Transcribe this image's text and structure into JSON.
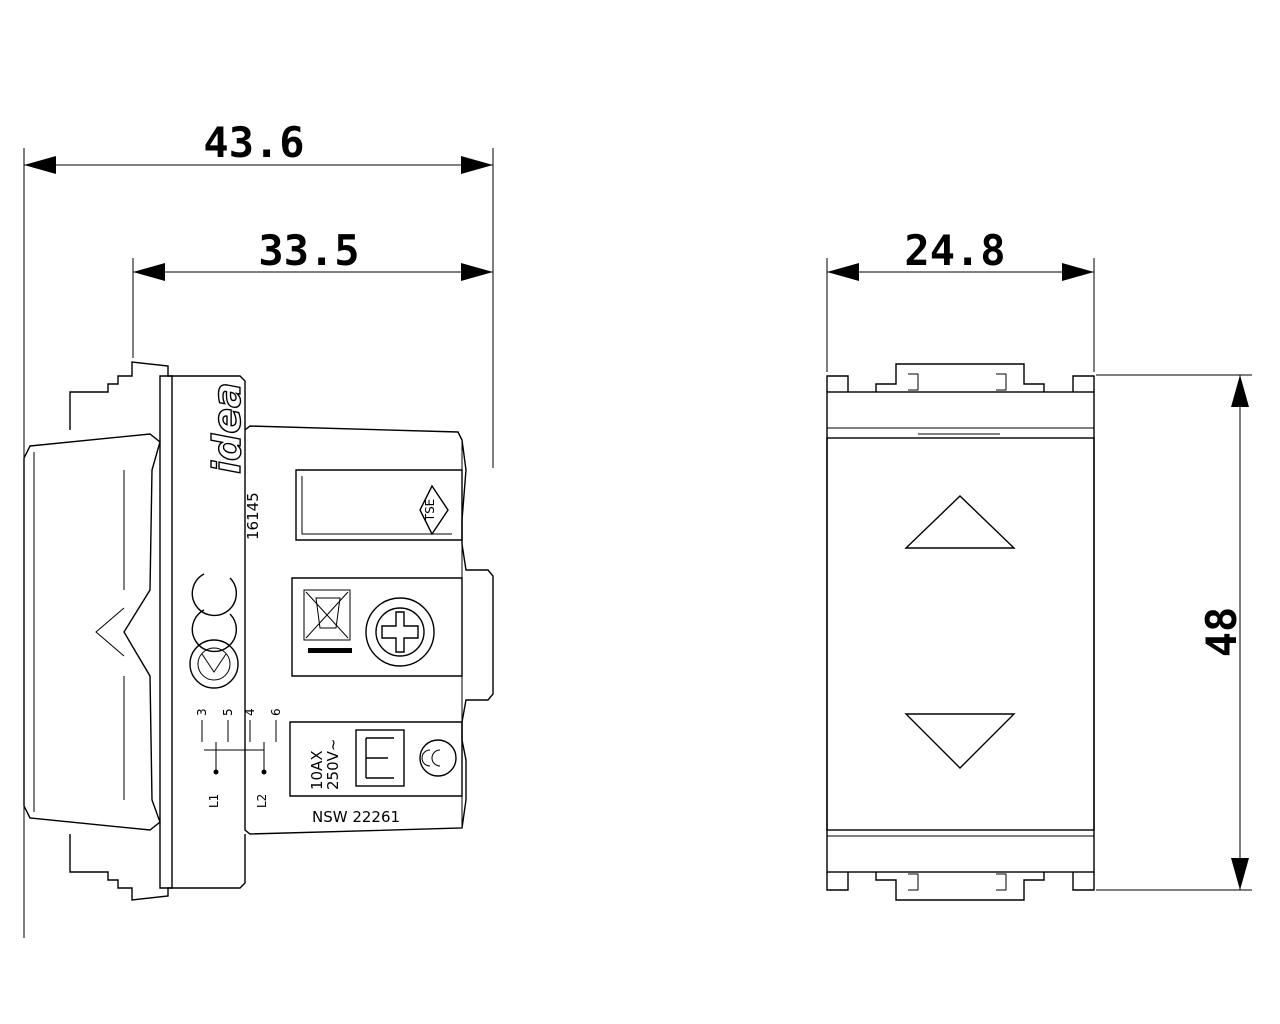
{
  "dimensions": {
    "overall_depth": "43.6",
    "body_depth": "33.5",
    "front_width": "24.8",
    "front_height": "48"
  },
  "side_view_markings": {
    "brand": "idea",
    "article_code": "16145",
    "rating_current": "10AX",
    "rating_voltage": "250V~",
    "model_code": "NSW 22261",
    "approval_mark": "TSE",
    "terminal_numbers": [
      "3",
      "5",
      "4",
      "6"
    ],
    "line_labels": [
      "L1",
      "L2"
    ]
  }
}
